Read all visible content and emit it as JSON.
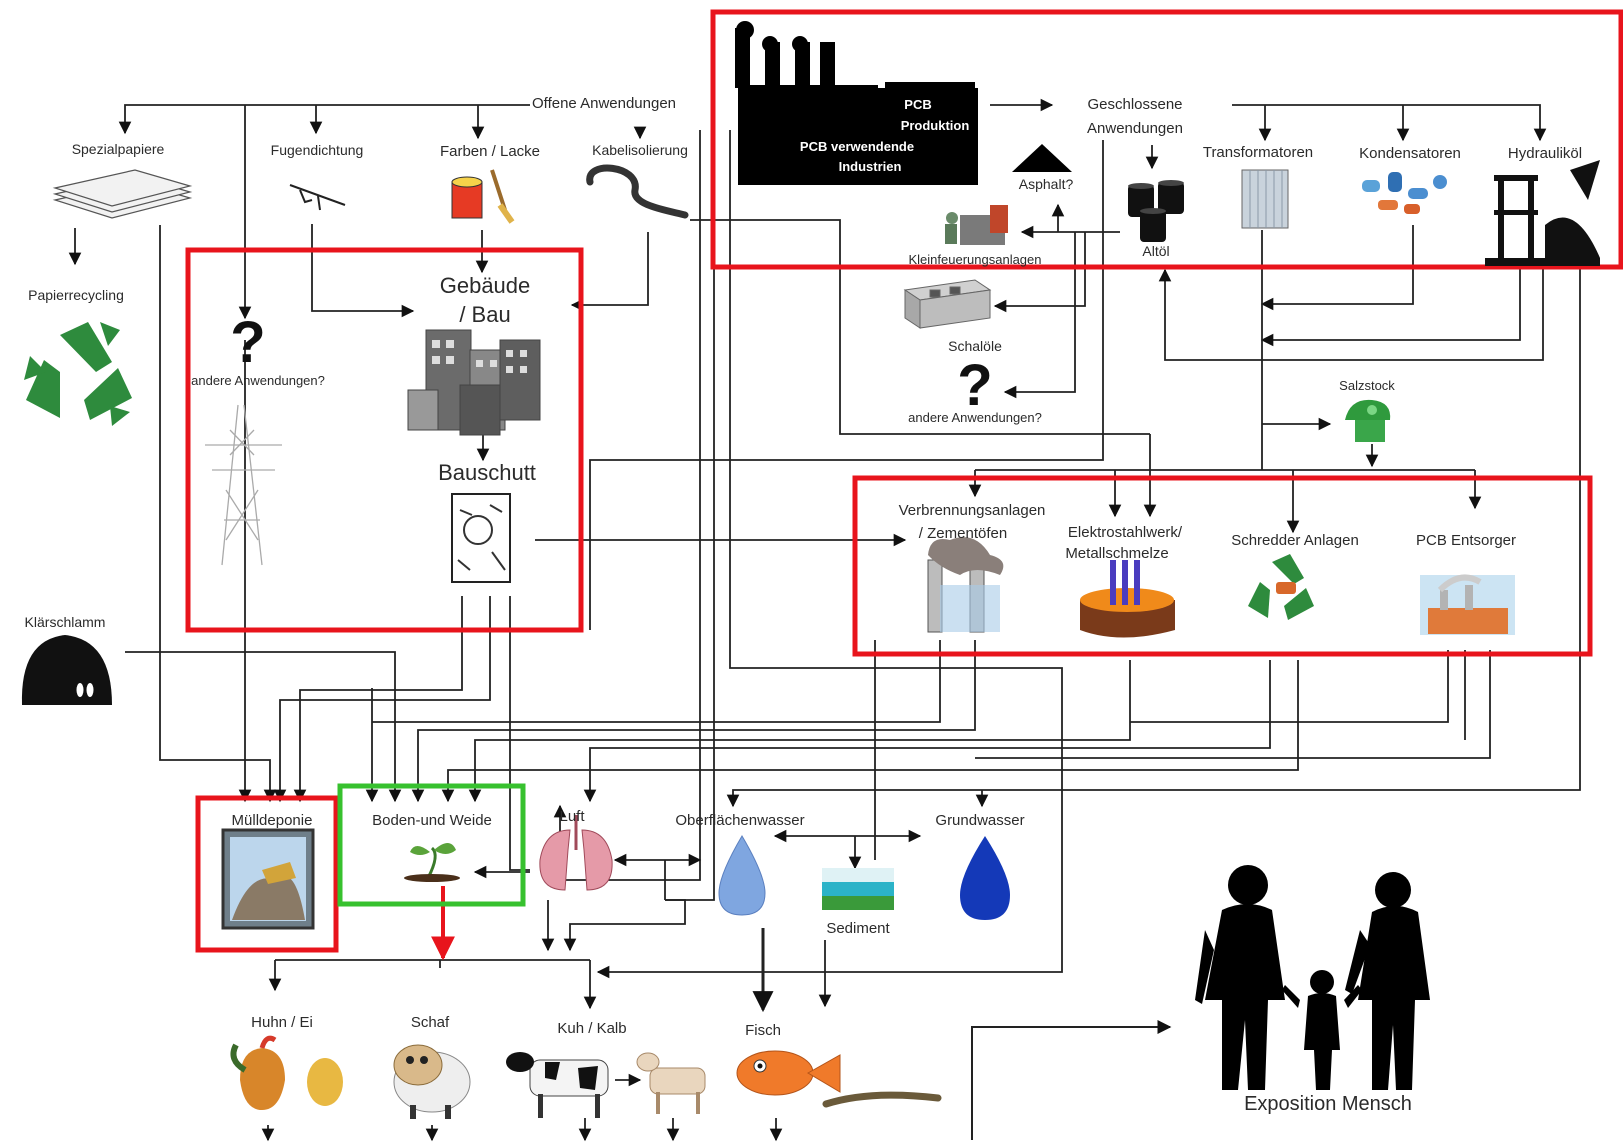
{
  "sources": {
    "offene": "Offene Anwendungen",
    "factory_pcb": "PCB",
    "factory_produktion": "Produktion",
    "factory_verwendende": "PCB verwendende",
    "factory_industrien": "Industrien",
    "geschlossene_1": "Geschlossene",
    "geschlossene_2": "Anwendungen"
  },
  "open_uses": {
    "spezialpapiere": "Spezialpapiere",
    "fugendichtung": "Fugendichtung",
    "farben": "Farben / Lacke",
    "kabel": "Kabelisolierung",
    "papierrecycling": "Papierrecycling",
    "andere_left": "andere Anwendungen?",
    "gebaeude_1": "Gebäude",
    "gebaeude_2": "/ Bau",
    "bauschutt": "Bauschutt",
    "klaerschlamm": "Klärschlamm"
  },
  "closed_uses": {
    "asphalt": "Asphalt?",
    "altoel": "Altöl",
    "kleinfeuerung": "Kleinfeuerungsanlagen",
    "transformatoren": "Transformatoren",
    "kondensatoren": "Kondensatoren",
    "hydraulikoel": "Hydrauliköl",
    "schaloele": "Schalöle",
    "andere_mid": "andere Anwendungen?",
    "salzstock": "Salzstock"
  },
  "disposal": {
    "verbrennung_1": "Verbrennungsanlagen",
    "verbrennung_2": "/ Zementöfen",
    "elektro_1": "Elektrostahlwerk/",
    "elektro_2": "Metallschmelze",
    "schredder": "Schredder Anlagen",
    "entsorger": "PCB Entsorger"
  },
  "environment": {
    "muelldeponie": "Mülldeponie",
    "boden": "Boden-und Weide",
    "luft": "Luft",
    "oberflaechenwasser": "Oberflächenwasser",
    "grundwasser": "Grundwasser",
    "sediment": "Sediment"
  },
  "food": {
    "huhn": "Huhn / Ei",
    "schaf": "Schaf",
    "kuh": "Kuh / Kalb",
    "fisch": "Fisch"
  },
  "exposition": "Exposition Mensch",
  "colors": {
    "highlight_red": "#e8141c",
    "highlight_green": "#37c12e",
    "line": "#1a1a1a",
    "recycle": "#2e8b3d",
    "water_light": "#7fa6e0",
    "water_dark": "#1439b8"
  }
}
